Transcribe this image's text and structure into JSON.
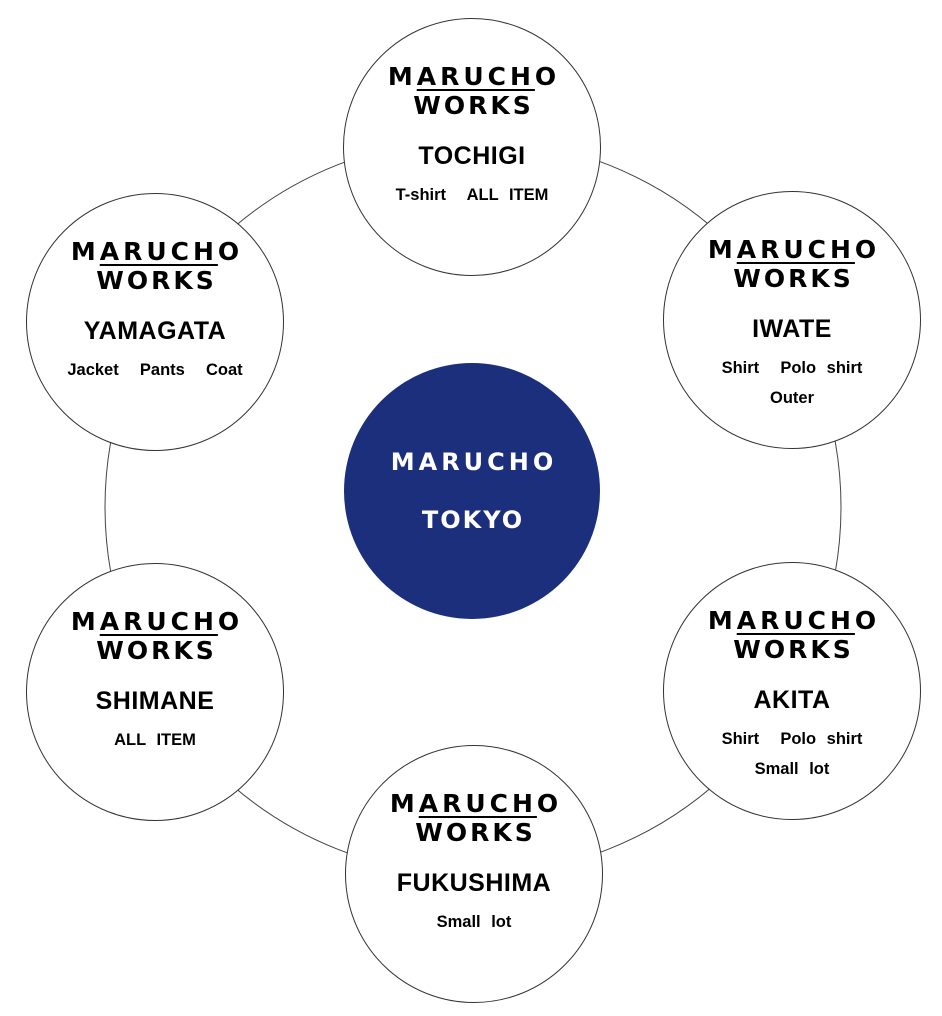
{
  "center": {
    "line1": "MARUCHO",
    "line2": "TOKYO"
  },
  "logo": {
    "top_plain_start": "M",
    "top_underlined": "ARUCH",
    "top_plain_end": "O",
    "bottom": "WORKS"
  },
  "nodes": [
    {
      "key": "tochigi",
      "place": "TOCHIGI",
      "items": [
        "T-shirt  ALL ITEM"
      ]
    },
    {
      "key": "iwate",
      "place": "IWATE",
      "items": [
        "Shirt  Polo shirt",
        "Outer"
      ]
    },
    {
      "key": "akita",
      "place": "AKITA",
      "items": [
        "Shirt  Polo shirt",
        "Small lot"
      ]
    },
    {
      "key": "fukushima",
      "place": "FUKUSHIMA",
      "items": [
        "Small lot"
      ]
    },
    {
      "key": "shimane",
      "place": "SHIMANE",
      "items": [
        "ALL ITEM"
      ]
    },
    {
      "key": "yamagata",
      "place": "YAMAGATA",
      "items": [
        "Jacket  Pants  Coat"
      ]
    }
  ]
}
